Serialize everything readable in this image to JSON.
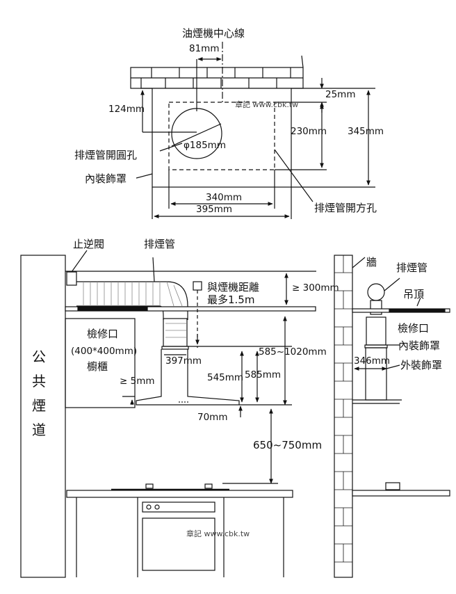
{
  "top": {
    "title": "油煙機中心線",
    "offset_81": "81mm",
    "dim_124": "124mm",
    "dim_25": "25mm",
    "dim_230": "230mm",
    "dim_345": "345mm",
    "phi": "φ185mm",
    "round_hole": "排煙管開圓孔",
    "inner_cover": "內裝飾罩",
    "dim_340": "340mm",
    "dim_395": "395mm",
    "square_hole": "排煙管開方孔",
    "watermark": "章記 www.cbk.tw"
  },
  "side": {
    "check_valve": "止逆閥",
    "exhaust_pipe": "排煙管",
    "public_flue": [
      "公",
      "共",
      "煙",
      "道"
    ],
    "access_port": "檢修口",
    "access_size": "(400*400mm)",
    "cabinet": "櫥櫃",
    "gap_5": "≥ 5mm",
    "warn_line1": "與煙機距離",
    "warn_line2": "最多1.5m",
    "gap_300": "≥ 300mm",
    "dim_397": "397mm",
    "dim_585_1020": "585~1020mm",
    "dim_545": "545mm",
    "dim_585": "585mm",
    "dim_70": "70mm",
    "dim_650_750": "650~750mm",
    "watermark": "章記 www.cbk.tw"
  },
  "right": {
    "wall": "牆",
    "exhaust_pipe": "排煙管",
    "ceiling": "吊頂",
    "access_port": "檢修口",
    "inner_cover": "內裝飾罩",
    "dim_346": "346mm",
    "outer_cover": "外裝飾罩"
  }
}
